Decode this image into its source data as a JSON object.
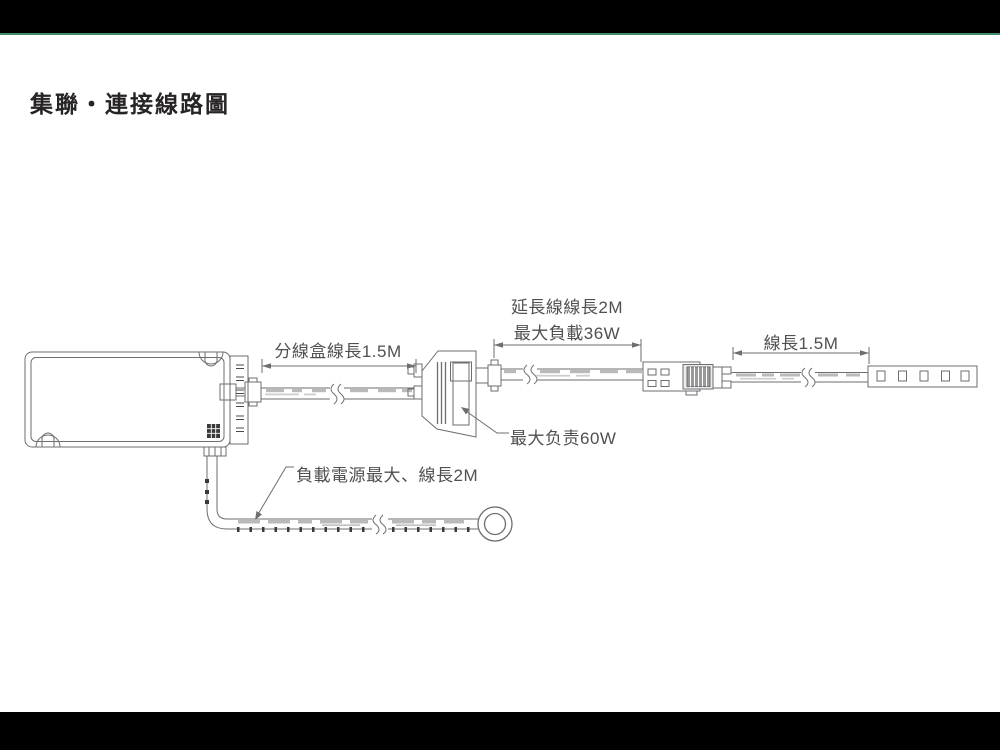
{
  "window": {
    "title": "集聯・連接線路圖"
  },
  "theme": {
    "accent_green": "#3E8C69",
    "frame_bar": "#000000",
    "diagram_line": "#6D6E70",
    "label_text": "#4F5052"
  },
  "diagram": {
    "annotations": {
      "splitter_cable_length": "分線盒線長1.5M",
      "extension_cable_length": "延長線線長2M",
      "extension_max_load": "最大負載36W",
      "strip_cable_length": "線長1.5M",
      "splitter_max_load": "最大负责60W",
      "power_cable_note": "負載電源最大、線長2M"
    }
  }
}
